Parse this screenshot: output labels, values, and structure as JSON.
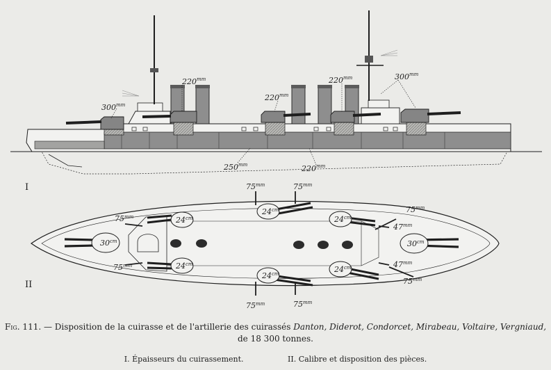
{
  "caption": {
    "fig": "Fig. 111.",
    "text_before": "— Disposition de la cuirasse et de l'artillerie des cuirassés",
    "ships": "Danton, Diderot, Condorcet, Mirabeau, Voltaire, Vergniaud,",
    "text_after": "de 18 300 tonnes.",
    "legend_1": "I. Épaisseurs du cuirassement.",
    "legend_2": "II. Calibre et disposition des pièces."
  },
  "views": {
    "side": "I",
    "plan": "II"
  },
  "side_labels": {
    "fwd_turret": "300",
    "wing_fwd": "220",
    "wing_mid": "220",
    "wing_aft": "220",
    "aft_turret": "300",
    "belt_main": "250",
    "belt_aft": "220",
    "unit": "mm"
  },
  "plan_labels": {
    "fwd_main": "30",
    "aft_main": "30",
    "main_unit": "cm",
    "sec_1": "24",
    "sec_2": "24",
    "sec_3": "24",
    "sec_4": "24",
    "sec_5": "24",
    "sec_6": "24",
    "sec_unit": "cm",
    "l75_1": "75",
    "l75_2": "75",
    "l75_3": "75",
    "l75_4": "75",
    "l75_5": "75",
    "l75_6": "75",
    "l75_7": "75",
    "l75_8": "75",
    "l75_unit": "mm",
    "l47_1": "47",
    "l47_2": "47",
    "l47_unit": "mm"
  },
  "colors": {
    "paper": "#ebebe8",
    "ink": "#1e1e1e",
    "hull_dark": "#858585",
    "hull_light": "#f2f2f0",
    "belt": "#8e8e8e"
  }
}
